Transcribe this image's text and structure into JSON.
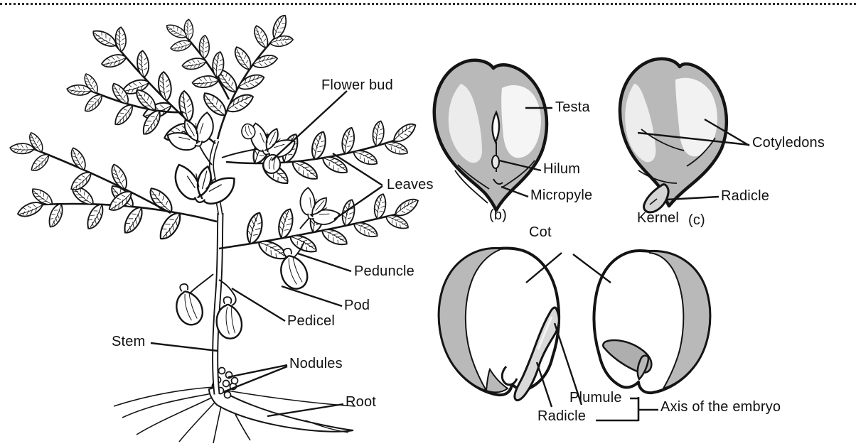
{
  "figure": {
    "title": "Gram plant and seed structure diagram",
    "colors": {
      "ink": "#141414",
      "seed_fill": "#b9b9b9",
      "seed_highlight": "#f0f0f0",
      "embryo_fill": "#d9d9d9",
      "background": "#ffffff"
    },
    "plant": {
      "labels": {
        "flower_bud": "Flower bud",
        "leaves": "Leaves",
        "peduncle": "Peduncle",
        "pod": "Pod",
        "pedicel": "Pedicel",
        "stem": "Stem",
        "nodules": "Nodules",
        "root": "Root"
      }
    },
    "seed_b": {
      "caption": "(b)",
      "labels": {
        "testa": "Testa",
        "hilum": "Hilum",
        "micropyle": "Micropyle"
      }
    },
    "seed_c": {
      "caption": "(c)",
      "name": "Kernel",
      "labels": {
        "cotyledons": "Cotyledons",
        "radicle": "Radicle"
      }
    },
    "embryo": {
      "labels": {
        "cotyledon_partial": "Cot",
        "plumule": "Plumule",
        "radicle": "Radicle",
        "axis": "Axis of the embryo"
      }
    }
  }
}
